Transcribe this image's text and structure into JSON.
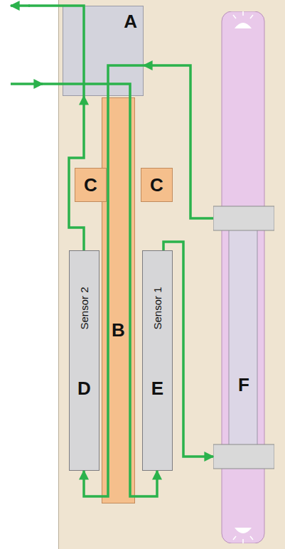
{
  "diagram": {
    "nodes": [
      {
        "text": [
          "A"
        ]
      },
      {
        "text": [
          "B"
        ]
      },
      {
        "text": [
          "C"
        ]
      },
      {
        "text": [
          "C"
        ]
      },
      {
        "text": [
          "Sensor 2",
          "D"
        ]
      },
      {
        "text": [
          "Sensor 1",
          "E"
        ]
      },
      {
        "text": [
          "F"
        ]
      }
    ],
    "edges": [
      {
        "from": 1,
        "to": 4,
        "arrow": "to"
      },
      {
        "from": 1,
        "to": 5,
        "arrow": "to"
      },
      {
        "from": 4,
        "to": 0,
        "arrow": "to"
      },
      {
        "from": 5,
        "to": 6,
        "arrow": "to"
      },
      {
        "from": 6,
        "to": 0,
        "arrow": "to"
      }
    ]
  }
}
